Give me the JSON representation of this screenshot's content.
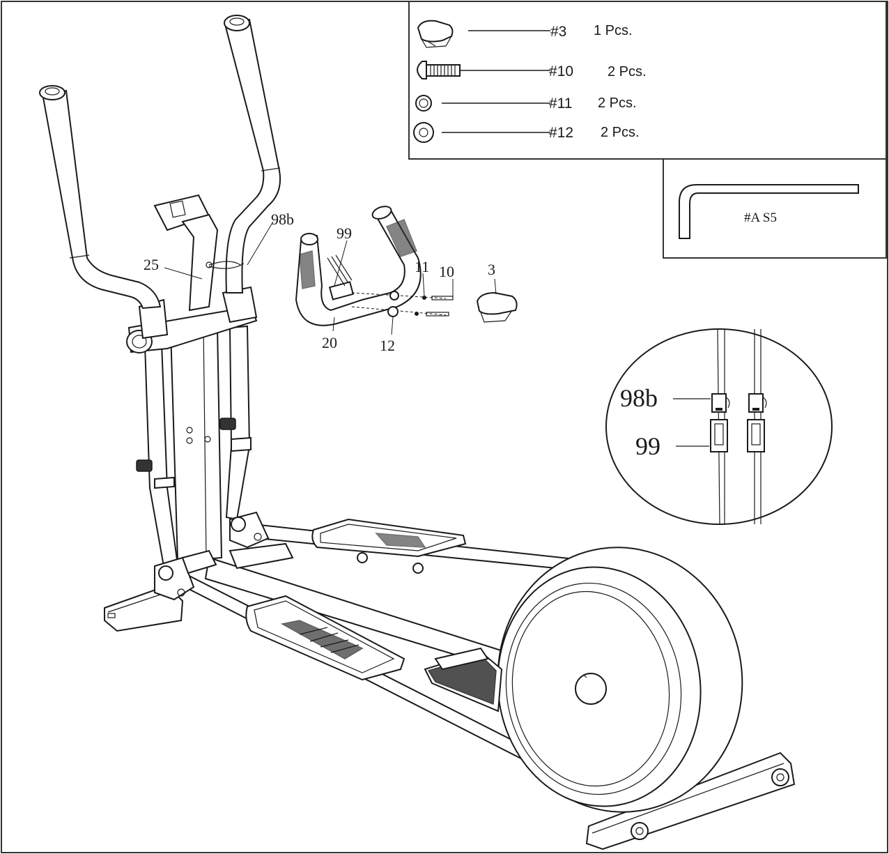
{
  "parts_list": [
    {
      "id": "#3",
      "qty": "1 Pcs.",
      "icon": "end-cap-icon"
    },
    {
      "id": "#10",
      "qty": "2 Pcs.",
      "icon": "bolt-icon"
    },
    {
      "id": "#11",
      "qty": "2 Pcs.",
      "icon": "spring-washer-icon"
    },
    {
      "id": "#12",
      "qty": "2 Pcs.",
      "icon": "flat-washer-icon"
    }
  ],
  "tool": {
    "label": "#A S5",
    "icon": "allen-key-icon"
  },
  "callouts": {
    "c25": "25",
    "c98b": "98b",
    "c99": "99",
    "c11": "11",
    "c10": "10",
    "c3": "3",
    "c20": "20",
    "c12": "12"
  },
  "detail": {
    "label_98b": "98b",
    "label_99": "99"
  }
}
